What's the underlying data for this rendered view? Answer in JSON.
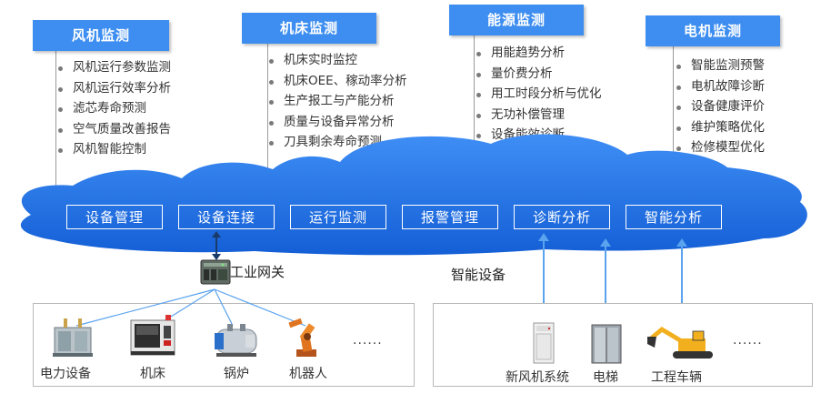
{
  "modules": [
    {
      "title": "风机监测",
      "items": [
        "风机运行参数监测",
        "风机运行效率分析",
        "滤芯寿命预测",
        "空气质量改善报告",
        "风机智能控制"
      ]
    },
    {
      "title": "机床监测",
      "items": [
        "机床实时监控",
        "机床OEE、稼动率分析",
        "生产报工与产能分析",
        "质量与设备异常分析",
        "刀具剩余寿命预测"
      ]
    },
    {
      "title": "能源监测",
      "items": [
        "用能趋势分析",
        "量价费分析",
        "用工时段分析与优化",
        "无功补偿管理",
        "设备能效诊断"
      ]
    },
    {
      "title": "电机监测",
      "items": [
        "智能监测预警",
        "电机故障诊断",
        "设备健康评价",
        "维护策略优化",
        "检修模型优化"
      ]
    }
  ],
  "functions": [
    "设备管理",
    "设备连接",
    "运行监测",
    "报警管理",
    "诊断分析",
    "智能分析"
  ],
  "gateway": {
    "label": "工业网关"
  },
  "smart_devices": {
    "label": "智能设备"
  },
  "left_devices": [
    "电力设备",
    "机床",
    "锅炉",
    "机器人"
  ],
  "right_devices": [
    "新风机系统",
    "电梯",
    "工程车辆"
  ],
  "ellipsis": "......",
  "colors": {
    "title_bg": "#3d8ef0",
    "cloud": "#1e6fe0",
    "arrow": "#5aa3ef"
  }
}
